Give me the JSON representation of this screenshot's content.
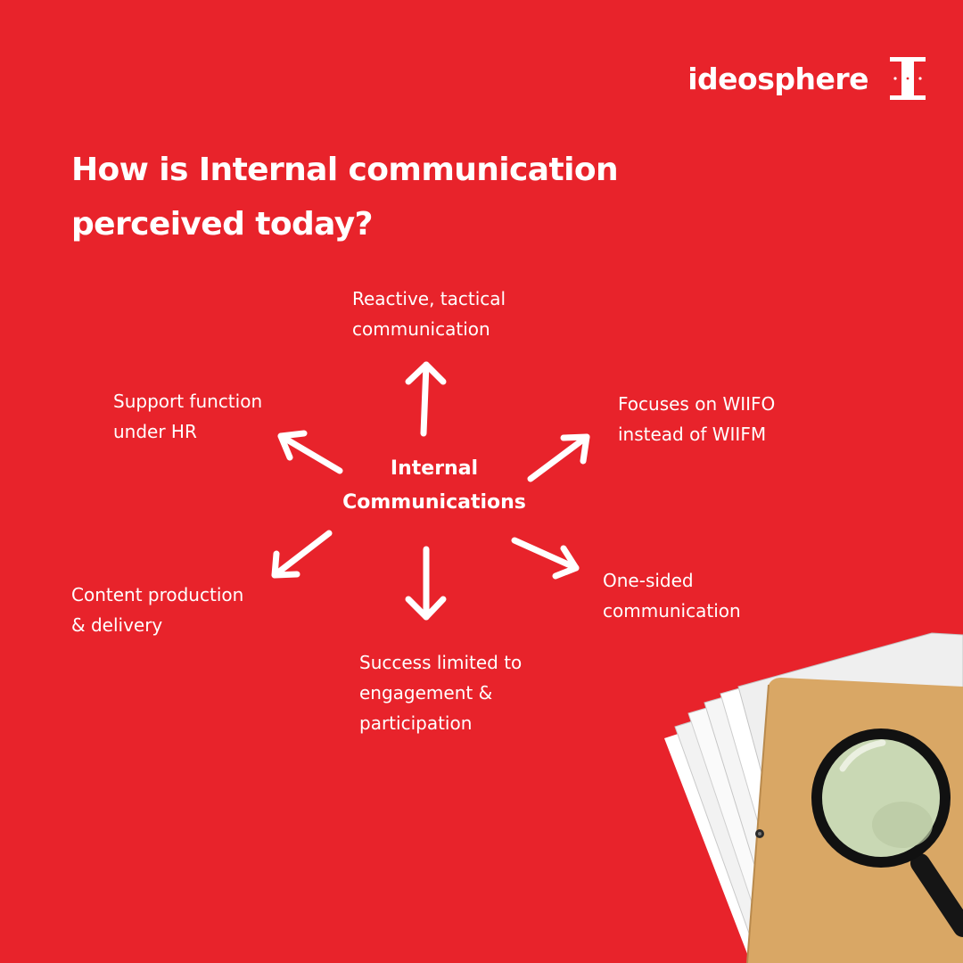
{
  "brand": {
    "name": "ideosphere",
    "logo_icon": "serif-I-logo-icon"
  },
  "title": {
    "line1": "How is Internal communication",
    "line2": "perceived today?"
  },
  "center": {
    "line1": "Internal",
    "line2": "Communications"
  },
  "items": [
    {
      "line1": "Reactive, tactical",
      "line2": "communication"
    },
    {
      "line1": "Focuses on WIIFO",
      "line2": "instead of WIIFM"
    },
    {
      "line1": "One-sided",
      "line2": "communication"
    },
    {
      "line1": "Success limited to",
      "line2": "engagement &",
      "line3": "participation"
    },
    {
      "line1": "Content production",
      "line2": "& delivery"
    },
    {
      "line1": "Support function",
      "line2": "under HR"
    }
  ],
  "illustration": {
    "icon": "magnifying-glass-over-folder-icon"
  },
  "colors": {
    "background": "#e8232b",
    "text": "#ffffff",
    "folder": "#d9a765",
    "paper": "#f4f4f4"
  }
}
